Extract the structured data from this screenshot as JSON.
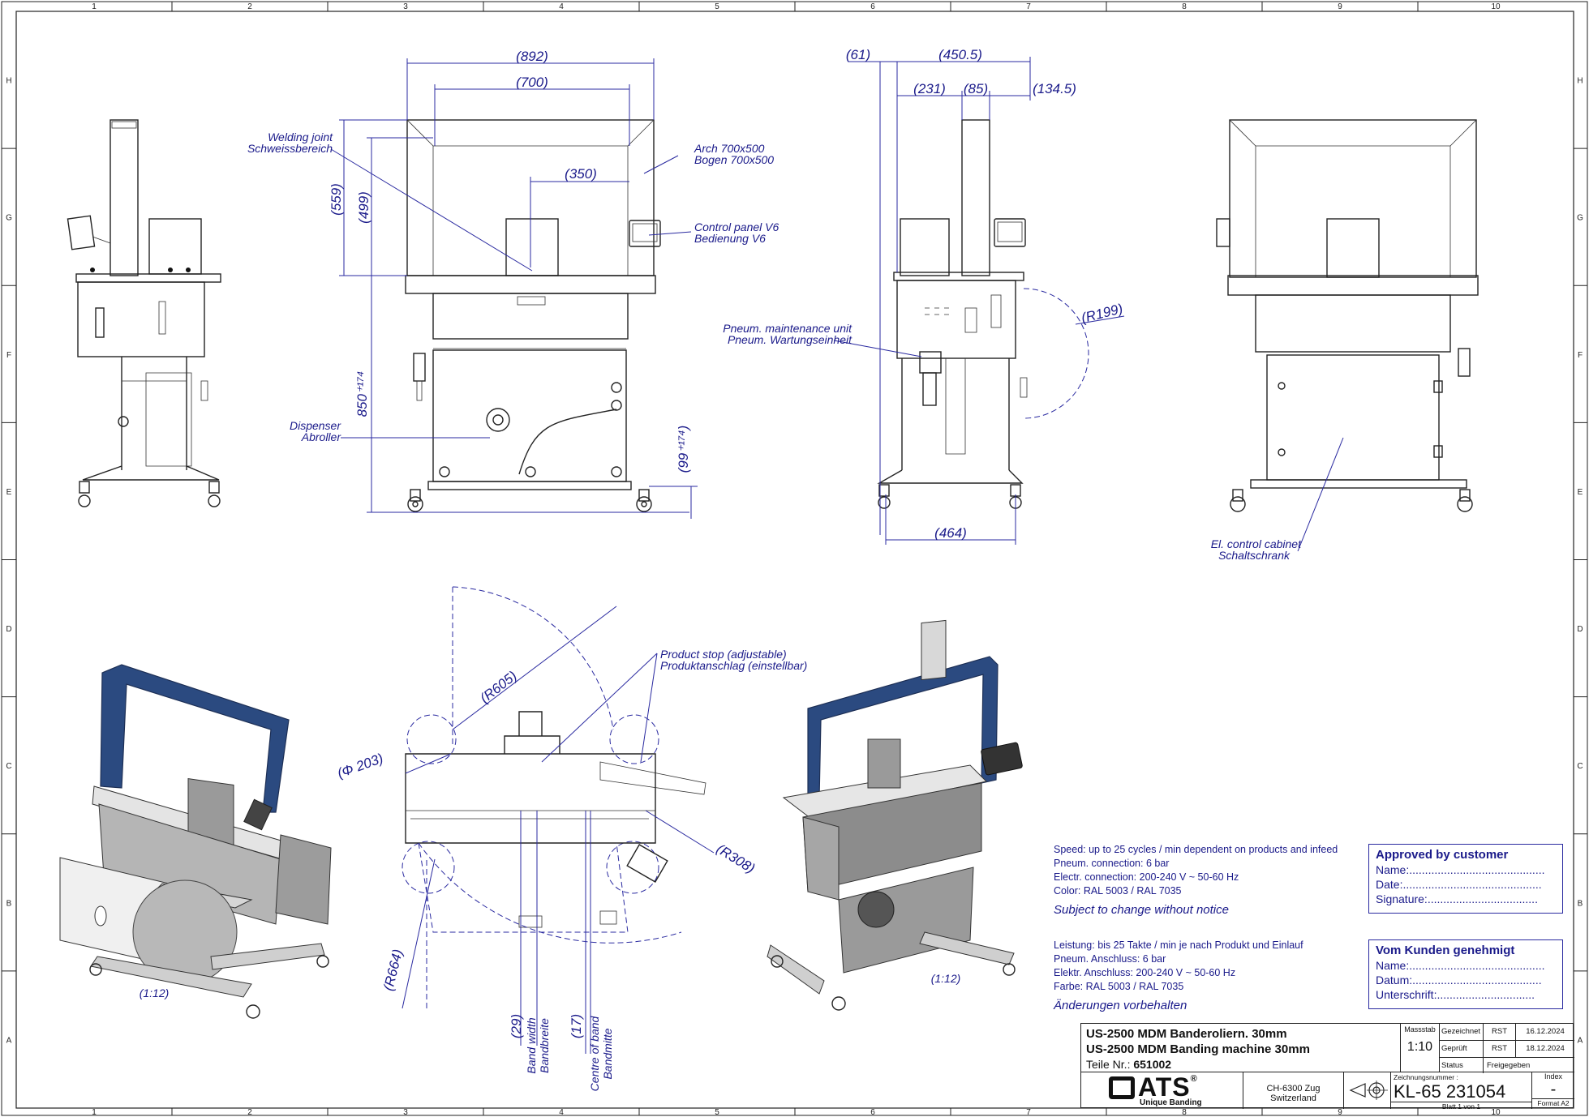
{
  "grid": {
    "columns": [
      "1",
      "2",
      "3",
      "4",
      "5",
      "6",
      "7",
      "8",
      "9",
      "10"
    ],
    "rows": [
      "H",
      "G",
      "F",
      "E",
      "D",
      "C",
      "B",
      "A"
    ]
  },
  "views": {
    "front": {
      "dims": {
        "overall_width": "(892)",
        "arch_width": "(700)",
        "half_width": "(350)",
        "arch_height": "(559)",
        "inner_height": "(499)",
        "table_height": "850⁺¹⁷⁴",
        "foot_height": "(99⁺¹⁷⁴)"
      },
      "labels": {
        "welding_en": "Welding joint",
        "welding_de": "Schweissbereich",
        "arch_en": "Arch 700x500",
        "arch_de": "Bogen 700x500",
        "control_en": "Control panel V6",
        "control_de": "Bedienung V6",
        "dispenser_en": "Dispenser",
        "dispenser_de": "Abroller"
      }
    },
    "side": {
      "dims": {
        "d61": "(61)",
        "d450": "(450.5)",
        "d231": "(231)",
        "d85": "(85)",
        "d134": "(134.5)",
        "r199": "(R199)",
        "d464": "(464)"
      },
      "labels": {
        "pneum_en": "Pneum. maintenance unit",
        "pneum_de": "Pneum. Wartungseinheit"
      }
    },
    "rear": {
      "labels": {
        "cabinet_en": "El. control cabinet",
        "cabinet_de": "Schaltschrank"
      }
    },
    "top": {
      "dims": {
        "r605": "(R605)",
        "d203": "(Φ 203)",
        "r308": "(R308)",
        "r664": "(R664)",
        "d29": "(29)",
        "d17": "(17)"
      },
      "labels": {
        "stop_en": "Product stop (adjustable)",
        "stop_de": "Produktanschlag (einstellbar)",
        "bandwidth_en": "Band width",
        "bandwidth_de": "Bandbreite",
        "centre_en": "Centre of band",
        "centre_de": "Bandmitte"
      }
    },
    "iso_left": {
      "scale": "(1:12)"
    },
    "iso_right": {
      "scale": "(1:12)"
    }
  },
  "specs_en": [
    "Speed: up to 25 cycles / min dependent on products and infeed",
    "Pneum. connection: 6 bar",
    "Electr. connection: 200-240 V ~ 50-60 Hz",
    "Color: RAL 5003 / RAL 7035"
  ],
  "specs_en_note": "Subject to change without notice",
  "specs_de": [
    "Leistung: bis 25 Takte / min je nach Produkt und Einlauf",
    "Pneum. Anschluss: 6 bar",
    "Elektr. Anschluss: 200-240 V ~ 50-60 Hz",
    "Farbe: RAL 5003 / RAL 7035"
  ],
  "specs_de_note": "Änderungen vorbehalten",
  "approval_en": {
    "title": "Approved by customer",
    "name": "Name:...........................................",
    "date": "Date:............................................",
    "signature": "Signature:..................................."
  },
  "approval_de": {
    "title": "Vom Kunden genehmigt",
    "name": "Name:...........................................",
    "date": "Datum:.........................................",
    "signature": "Unterschrift:..............................."
  },
  "title_block": {
    "title_de": "US-2500 MDM Banderoliern. 30mm",
    "title_en": "US-2500 MDM Banding machine 30mm",
    "part_label": "Teile Nr.:",
    "part_no": "651002",
    "scale_label": "Massstab",
    "scale": "1:10",
    "drawn_label": "Gezeichnet",
    "drawn_by": "RST",
    "drawn_date": "16.12.2024",
    "checked_label": "Geprüft",
    "checked_by": "RST",
    "checked_date": "18.12.2024",
    "status_label": "Status",
    "status": "Freigegeben",
    "drawing_no_label": "Zeichnungsnummer :",
    "drawing_no": "KL-65 231054",
    "index_label": "Index",
    "index": "-",
    "sheet": "Blatt 1 von 1",
    "format": "Format A2",
    "company": "ATS",
    "company_sup": "®",
    "tagline": "Unique Banding",
    "address_1": "CH-6300 Zug",
    "address_2": "Switzerland"
  },
  "colors": {
    "ink": "#1a1a8a",
    "arch_blue": "#2b4a80",
    "frame_grey": "#c8c8c8"
  }
}
